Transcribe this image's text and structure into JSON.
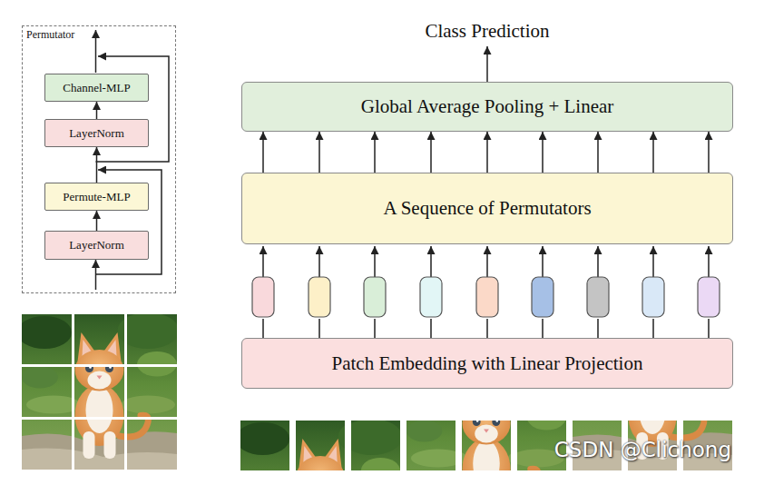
{
  "diagram": {
    "nodes": [
      {
        "text": [
          "Permutator"
        ]
      },
      {
        "text": [
          "Channel-MLP"
        ],
        "in": 0
      },
      {
        "text": [
          "LayerNorm"
        ],
        "in": 0
      },
      {
        "text": [
          "Permute-MLP"
        ],
        "in": 0
      },
      {
        "text": [
          "LayerNorm"
        ],
        "in": 0
      },
      {
        "text": [
          "Global Average Pooling + Linear"
        ]
      },
      {
        "text": [
          "A Sequence of Permutators"
        ]
      },
      {
        "text": [
          "Patch Embedding with Linear Projection"
        ]
      }
    ],
    "edges": [
      {
        "from": 4,
        "to": 3,
        "arrow": "to"
      },
      {
        "from": 3,
        "to": 2,
        "arrow": "to"
      },
      {
        "from": 2,
        "to": 1,
        "arrow": "to"
      },
      {
        "from": 6,
        "to": 5,
        "arrow": "to"
      },
      {
        "from": 6,
        "to": 5,
        "arrow": "to"
      },
      {
        "from": 6,
        "to": 5,
        "arrow": "to"
      },
      {
        "from": 6,
        "to": 5,
        "arrow": "to"
      },
      {
        "from": 6,
        "to": 5,
        "arrow": "to"
      },
      {
        "from": 6,
        "to": 5,
        "arrow": "to"
      },
      {
        "from": 6,
        "to": 5,
        "arrow": "to"
      },
      {
        "from": 6,
        "to": 5,
        "arrow": "to"
      },
      {
        "from": 6,
        "to": 5,
        "arrow": "to"
      }
    ],
    "labels": [
      "Class Prediction",
      "CSDN @Clichong"
    ]
  }
}
